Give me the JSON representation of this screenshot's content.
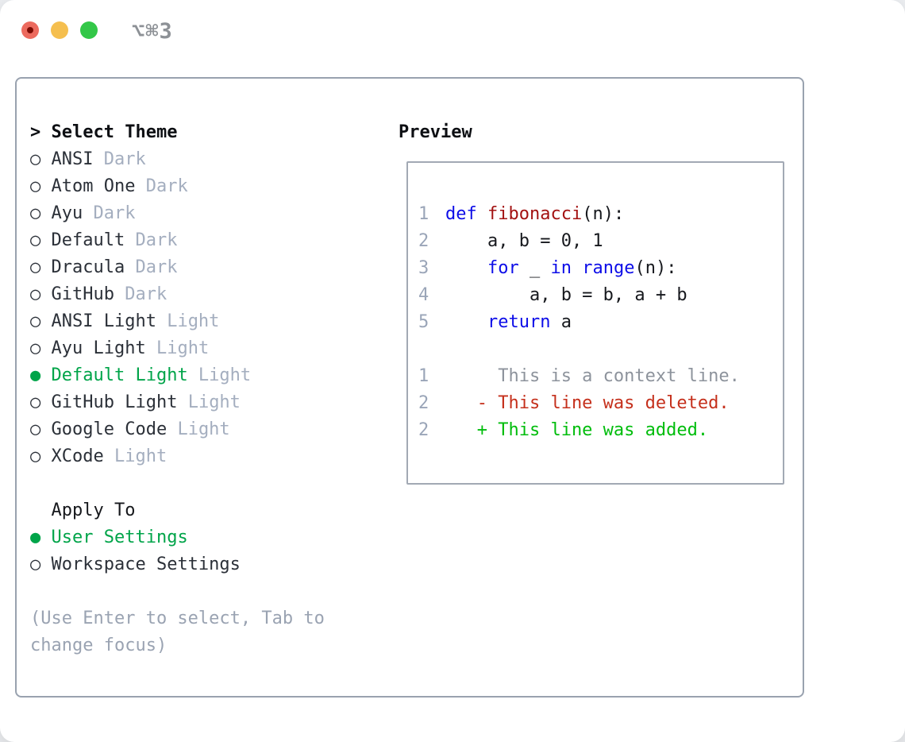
{
  "window": {
    "title": "⌥⌘3"
  },
  "theme_panel": {
    "prompt": "> ",
    "header": "Select Theme",
    "marker_selected": "● ",
    "marker_unselected": "○ ",
    "items": [
      {
        "name": "ANSI",
        "tag": "Dark",
        "selected": false
      },
      {
        "name": "Atom One",
        "tag": "Dark",
        "selected": false
      },
      {
        "name": "Ayu",
        "tag": "Dark",
        "selected": false
      },
      {
        "name": "Default",
        "tag": "Dark",
        "selected": false
      },
      {
        "name": "Dracula",
        "tag": "Dark",
        "selected": false
      },
      {
        "name": "GitHub",
        "tag": "Dark",
        "selected": false
      },
      {
        "name": "ANSI Light",
        "tag": "Light",
        "selected": false
      },
      {
        "name": "Ayu Light",
        "tag": "Light",
        "selected": false
      },
      {
        "name": "Default Light",
        "tag": "Light",
        "selected": true
      },
      {
        "name": "GitHub Light",
        "tag": "Light",
        "selected": false
      },
      {
        "name": "Google Code",
        "tag": "Light",
        "selected": false
      },
      {
        "name": "XCode",
        "tag": "Light",
        "selected": false
      }
    ],
    "apply_to": {
      "header": "Apply To",
      "options": [
        {
          "label": "User Settings",
          "selected": true
        },
        {
          "label": "Workspace Settings",
          "selected": false
        }
      ]
    },
    "help": "(Use Enter to select, Tab to change focus)"
  },
  "preview": {
    "header": "Preview",
    "lines": [
      {
        "num": "1",
        "tokens": [
          [
            "kw",
            "def"
          ],
          [
            "plain",
            " "
          ],
          [
            "fn",
            "fibonacci"
          ],
          [
            "plain",
            "(n):"
          ]
        ]
      },
      {
        "num": "2",
        "tokens": [
          [
            "plain",
            "    a, b = 0, 1"
          ]
        ]
      },
      {
        "num": "3",
        "tokens": [
          [
            "plain",
            "    "
          ],
          [
            "kw",
            "for"
          ],
          [
            "plain",
            " _ "
          ],
          [
            "kw",
            "in"
          ],
          [
            "plain",
            " "
          ],
          [
            "kw",
            "range"
          ],
          [
            "plain",
            "(n):"
          ]
        ]
      },
      {
        "num": "4",
        "tokens": [
          [
            "plain",
            "        a, b = b, a + b"
          ]
        ]
      },
      {
        "num": "5",
        "tokens": [
          [
            "plain",
            "    "
          ],
          [
            "kw",
            "return"
          ],
          [
            "plain",
            " a"
          ]
        ]
      },
      {
        "num": "",
        "tokens": []
      },
      {
        "num": "1",
        "tokens": [
          [
            "ctx",
            "     This is a context line."
          ]
        ]
      },
      {
        "num": "2",
        "tokens": [
          [
            "del",
            "   - This line was deleted."
          ]
        ]
      },
      {
        "num": "2",
        "tokens": [
          [
            "add",
            "   + This line was added."
          ]
        ]
      }
    ]
  },
  "colors": {
    "keyword": "#0d0de8",
    "function": "#a31212",
    "plain": "#16181d",
    "context": "#8d939c",
    "deleted": "#c5301c",
    "added": "#00bd0c",
    "gutter": "#9aa5b8",
    "selected_green": "#00a449",
    "tag_gray": "#a4aebf",
    "item_dark": "#2b3038"
  }
}
